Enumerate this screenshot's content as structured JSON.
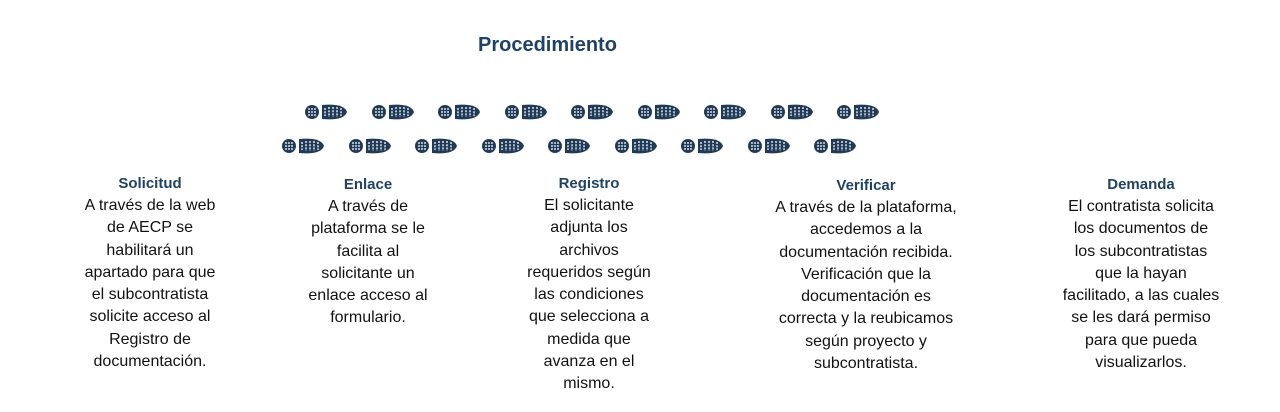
{
  "title": "Procedimiento",
  "colors": {
    "accent": "#1f4266",
    "footprint": "#1f3b57"
  },
  "steps": [
    {
      "heading": "Solicitud",
      "lines": [
        "A través de la web",
        "de AECP se",
        "habilitará un",
        "apartado para que",
        "el subcontratista",
        "solicite acceso al",
        "Registro de",
        "documentación."
      ]
    },
    {
      "heading": "Enlace",
      "lines": [
        "A través de",
        "plataforma se le",
        "facilita al",
        "solicitante un",
        "enlace acceso al",
        "formulario."
      ]
    },
    {
      "heading": "Registro",
      "lines": [
        "El solicitante",
        "adjunta los",
        "archivos",
        "requeridos según",
        "las condiciones",
        "que selecciona a",
        "medida que",
        "avanza en el",
        "mismo."
      ]
    },
    {
      "heading": "Verificar",
      "lines": [
        "A través de la plataforma,",
        "accedemos a la",
        "documentación recibida.",
        "Verificación que la",
        "documentación es",
        "correcta y la reubicamos",
        "según proyecto y",
        "subcontratista."
      ]
    },
    {
      "heading": "Demanda",
      "lines": [
        "El contratista solicita",
        "los documentos de",
        "los subcontratistas",
        "que la hayan",
        "facilitado, a las cuales",
        "se les dará permiso",
        "para que pueda",
        "visualizarlos."
      ]
    }
  ]
}
